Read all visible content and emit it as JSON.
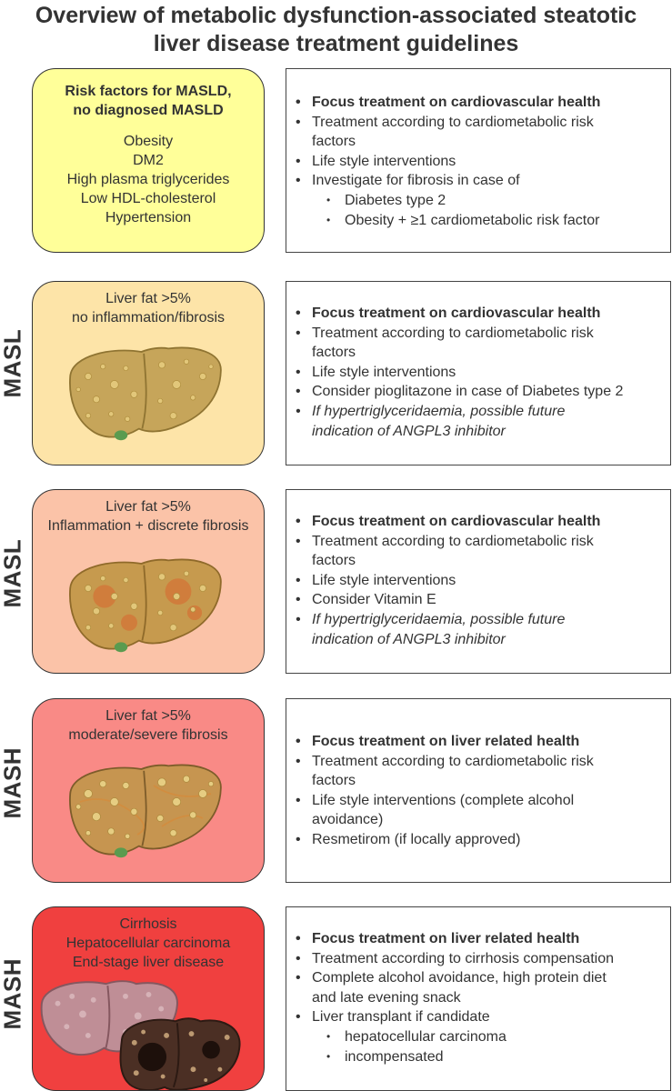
{
  "title": {
    "line1": "Overview of metabolic dysfunction-associated steatotic",
    "line2": "liver disease treatment guidelines"
  },
  "rows": [
    {
      "label": "",
      "left": {
        "heading": [
          "Risk factors for MASLD,",
          "no diagnosed MASLD"
        ],
        "lines": [
          "Obesity",
          "DM2",
          "High plasma triglycerides",
          "Low HDL-cholesterol",
          "Hypertension"
        ],
        "color": "#ffff99"
      },
      "right": [
        {
          "text": "Focus treatment on cardiovascular health",
          "style": "bold"
        },
        {
          "text": "Treatment according to cardiometabolic risk"
        },
        {
          "text": "factors",
          "cont": true
        },
        {
          "text": "Life style interventions"
        },
        {
          "text": "Investigate for fibrosis in case of"
        },
        {
          "text": "Diabetes type 2",
          "sub": true
        },
        {
          "text": "Obesity + ≥1 cardiometabolic risk factor",
          "sub": true
        }
      ]
    },
    {
      "label": "MASL",
      "left": {
        "lines": [
          "Liver fat >5%",
          "no inflammation/fibrosis"
        ],
        "color": "#fde4a8"
      },
      "right": [
        {
          "text": "Focus treatment on cardiovascular health",
          "style": "bold"
        },
        {
          "text": "Treatment according to cardiometabolic risk"
        },
        {
          "text": "factors",
          "cont": true
        },
        {
          "text": "Life style interventions"
        },
        {
          "text": "Consider pioglitazone in case of Diabetes type 2"
        },
        {
          "text": "If hypertriglyceridaemia, possible future",
          "style": "italic"
        },
        {
          "text": "indication of ANGPL3 inhibitor",
          "style": "italic",
          "cont": true
        }
      ]
    },
    {
      "label": "MASL",
      "left": {
        "lines": [
          "Liver fat >5%",
          "Inflammation + discrete fibrosis"
        ],
        "color": "#fbc3a8"
      },
      "right": [
        {
          "text": "Focus treatment on cardiovascular health",
          "style": "bold"
        },
        {
          "text": "Treatment according to cardiometabolic risk"
        },
        {
          "text": "factors",
          "cont": true
        },
        {
          "text": "Life style interventions"
        },
        {
          "text": "Consider Vitamin E"
        },
        {
          "text": "If hypertriglyceridaemia, possible future",
          "style": "italic"
        },
        {
          "text": "indication of ANGPL3 inhibitor",
          "style": "italic",
          "cont": true
        }
      ]
    },
    {
      "label": "MASH",
      "left": {
        "lines": [
          "Liver fat >5%",
          "moderate/severe fibrosis"
        ],
        "color": "#f98a86"
      },
      "right": [
        {
          "text": "Focus treatment on liver related health",
          "style": "bold"
        },
        {
          "text": "Treatment according to cardiometabolic risk"
        },
        {
          "text": "factors",
          "cont": true
        },
        {
          "text": "Life style interventions (complete alcohol"
        },
        {
          "text": "avoidance)",
          "cont": true
        },
        {
          "text": "Resmetirom (if locally approved)"
        }
      ]
    },
    {
      "label": "MASH",
      "left": {
        "lines": [
          "Cirrhosis",
          "Hepatocellular carcinoma",
          "End-stage liver disease"
        ],
        "color": "#f0403f"
      },
      "right": [
        {
          "text": "Focus treatment on liver related health",
          "style": "bold"
        },
        {
          "text": "Treatment according to cirrhosis compensation"
        },
        {
          "text": "Complete alcohol avoidance, high protein diet"
        },
        {
          "text": "and late evening snack",
          "cont": true
        },
        {
          "text": "Liver transplant if candidate"
        },
        {
          "text": "hepatocellular carcinoma",
          "sub": true
        },
        {
          "text": "incompensated",
          "sub": true
        }
      ]
    }
  ]
}
